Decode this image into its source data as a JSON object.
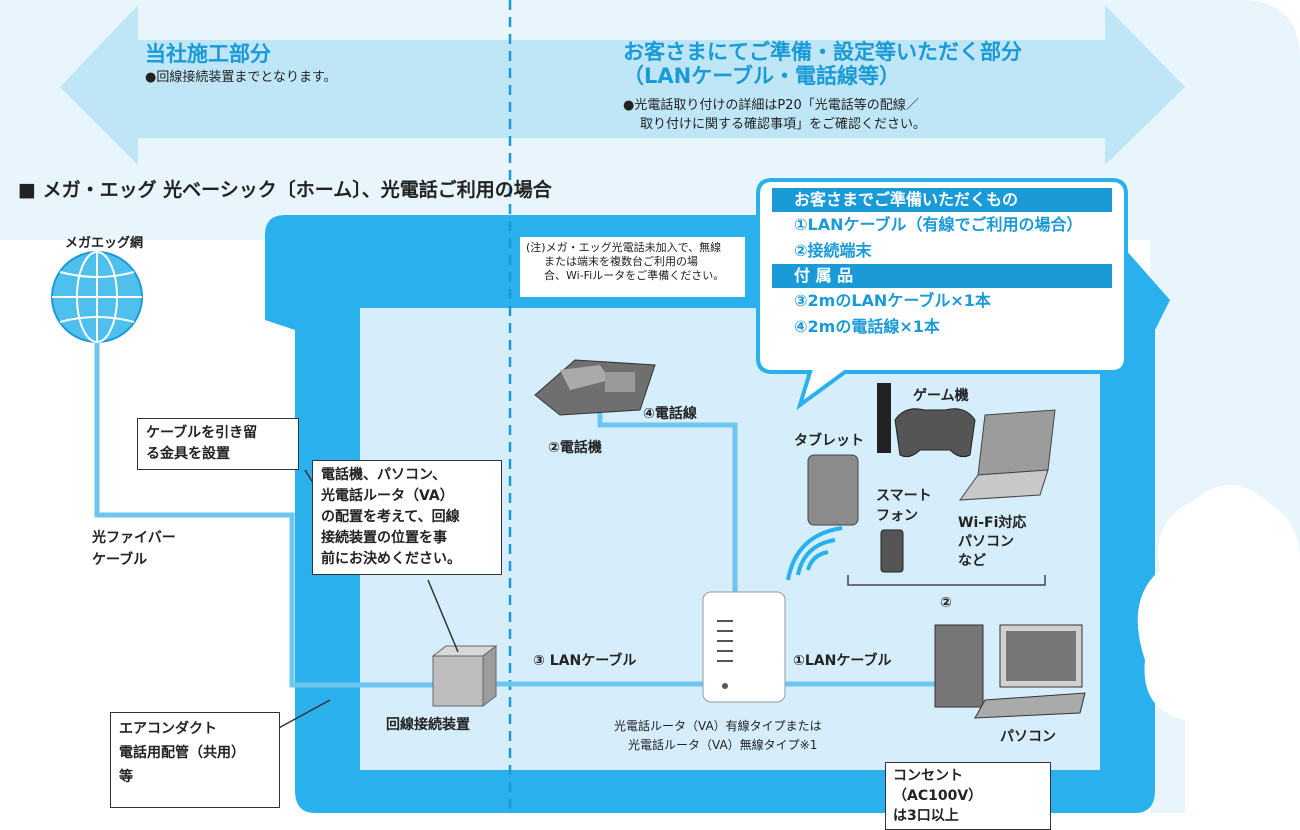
{
  "arrow_left": {
    "title": "当社施工部分",
    "note": "●回線接続装置までとなります。"
  },
  "arrow_right": {
    "title_line1": "お客さまにてご準備・設定等いただく部分",
    "title_line2": "（LANケーブル・電話線等）",
    "note_line1": "●光電話取り付けの詳細はP20「光電話等の配線／",
    "note_line2": "取り付けに関する確認事項」をご確認ください。"
  },
  "section_title": "■ メガ・エッグ 光ベーシック〔ホーム〕、光電話ご利用の場合",
  "network_label": "メガエッグ網",
  "footnote": {
    "line1": "(注)メガ・エッグ光電話未加入で、無線",
    "line2": "または端末を複数台ご利用の場",
    "line3": "合、Wi-Fiルータをご準備ください。"
  },
  "bubble": {
    "header1": "お客さまでご準備いただくもの",
    "item1": "①LANケーブル（有線でご利用の場合）",
    "item2": "②接続端末",
    "header2": "付 属 品",
    "item3": "③2mのLANケーブル×1本",
    "item4": "④2mの電話線×1本"
  },
  "box_cable": {
    "line1": "ケーブルを引き留",
    "line2": "る金具を設置"
  },
  "box_router": {
    "line1": "電話機、パソコン、",
    "line2": "光電話ルータ（VA）",
    "line3": "の配置を考えて、回線",
    "line4": "接続装置の位置を事",
    "line5": "前にお決めください。"
  },
  "box_duct": {
    "line1": "エアコンダクト",
    "line2": "電話用配管（共用）",
    "line3": "等"
  },
  "box_outlet": {
    "line1": "コンセント（AC100V）",
    "line2": "は3口以上"
  },
  "labels": {
    "fiber1": "光ファイバー",
    "fiber2": "ケーブル",
    "phone": "②電話機",
    "phone_line": "④電話線",
    "game": "ゲーム機",
    "tablet": "タブレット",
    "smart1": "スマート",
    "smart2": "フォン",
    "wifi1": "Wi-Fi対応",
    "wifi2": "パソコン",
    "wifi3": "など",
    "devices_num": "②",
    "lan3": "③ LANケーブル",
    "lan1": "①LANケーブル",
    "onu": "回線接続装置",
    "router1": "光電話ルータ（VA）有線タイプまたは",
    "router2": "光電話ルータ（VA）無線タイプ※1",
    "pc": "パソコン"
  },
  "colors": {
    "arrow": "#bfe6f7",
    "house": "#2ab0ec",
    "house_inner": "#d6eefb",
    "accent": "#1a9ad6",
    "cable": "#6cc6ef"
  }
}
